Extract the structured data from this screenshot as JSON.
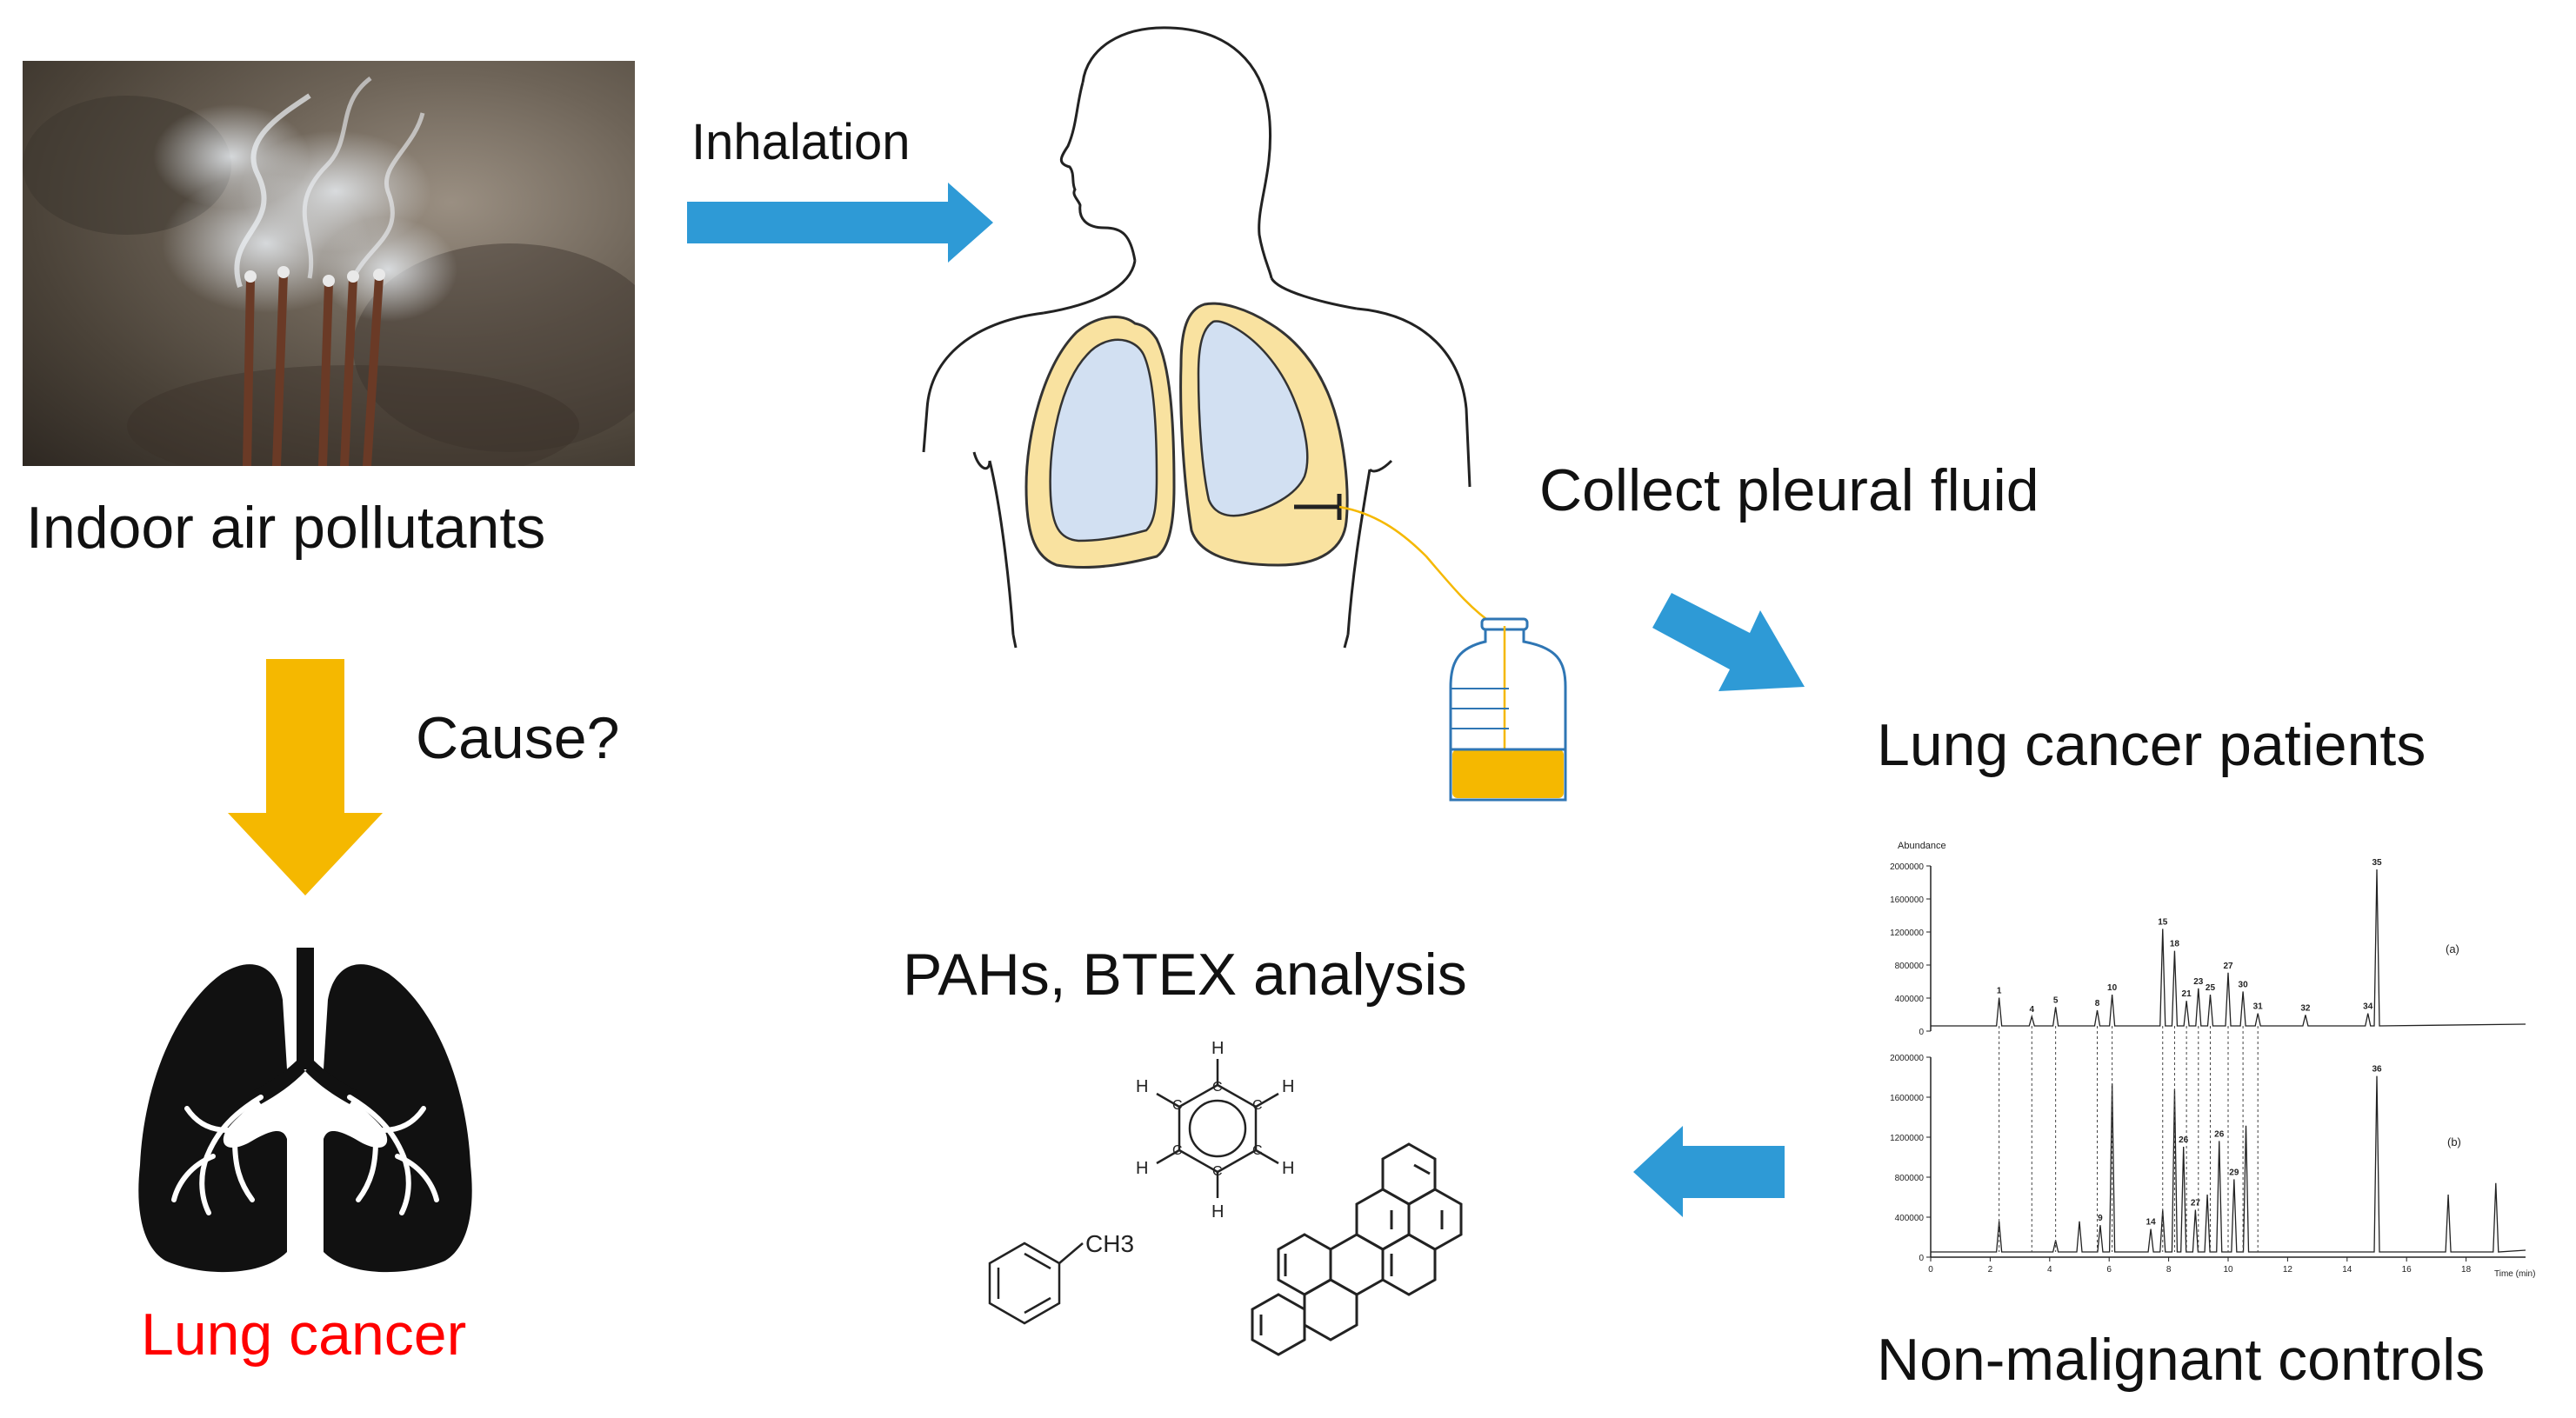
{
  "labels": {
    "inhalation": "Inhalation",
    "indoor_air": "Indoor air pollutants",
    "cause": "Cause?",
    "lung_cancer": "Lung cancer",
    "collect_fluid": "Collect pleural fluid",
    "lc_patients": "Lung cancer patients",
    "pahs_btex": "PAHs, BTEX analysis",
    "controls": "Non-malignant controls",
    "ch3": "CH3"
  },
  "colors": {
    "blue_arrow": "#2e9ad6",
    "yellow_arrow": "#f5b800",
    "lung_fill": "#f9e2a0",
    "lung_inner": "#d2e0f2",
    "fluid": "#f5b800",
    "lung_cancer_text": "#ff0000"
  },
  "chromatogram": {
    "ylabel": "Abundance",
    "xlabel": "Time (min)",
    "yticks": [
      "2000000",
      "1600000",
      "1200000",
      "800000",
      "400000",
      "0"
    ],
    "xticks": [
      "0",
      "2",
      "4",
      "6",
      "8",
      "10",
      "12",
      "14",
      "16",
      "18"
    ],
    "panel_a": "(a)",
    "panel_b": "(b)",
    "peaks_a": [
      {
        "label": "1",
        "x": 2.3,
        "h": 0.18
      },
      {
        "label": "4",
        "x": 3.4,
        "h": 0.06
      },
      {
        "label": "5",
        "x": 4.2,
        "h": 0.12
      },
      {
        "label": "8",
        "x": 5.6,
        "h": 0.1
      },
      {
        "label": "10",
        "x": 6.1,
        "h": 0.2
      },
      {
        "label": "15",
        "x": 7.8,
        "h": 0.62
      },
      {
        "label": "18",
        "x": 8.2,
        "h": 0.48
      },
      {
        "label": "21",
        "x": 8.6,
        "h": 0.16
      },
      {
        "label": "23",
        "x": 9.0,
        "h": 0.24
      },
      {
        "label": "25",
        "x": 9.4,
        "h": 0.2
      },
      {
        "label": "27",
        "x": 10.0,
        "h": 0.34
      },
      {
        "label": "30",
        "x": 10.5,
        "h": 0.22
      },
      {
        "label": "31",
        "x": 11.0,
        "h": 0.08
      },
      {
        "label": "32",
        "x": 12.6,
        "h": 0.07
      },
      {
        "label": "34",
        "x": 14.7,
        "h": 0.08
      },
      {
        "label": "35",
        "x": 15.0,
        "h": 1.0
      }
    ],
    "peaks_b": [
      {
        "label": "",
        "x": 2.3,
        "h": 0.16
      },
      {
        "label": "",
        "x": 4.2,
        "h": 0.06
      },
      {
        "label": "",
        "x": 5.0,
        "h": 0.16
      },
      {
        "label": "9",
        "x": 5.7,
        "h": 0.14
      },
      {
        "label": "",
        "x": 6.1,
        "h": 0.88
      },
      {
        "label": "14",
        "x": 7.4,
        "h": 0.12
      },
      {
        "label": "",
        "x": 7.8,
        "h": 0.22
      },
      {
        "label": "",
        "x": 8.2,
        "h": 0.85
      },
      {
        "label": "26",
        "x": 8.5,
        "h": 0.55
      },
      {
        "label": "27",
        "x": 8.9,
        "h": 0.22
      },
      {
        "label": "",
        "x": 9.3,
        "h": 0.3
      },
      {
        "label": "26",
        "x": 9.7,
        "h": 0.58
      },
      {
        "label": "29",
        "x": 10.2,
        "h": 0.38
      },
      {
        "label": "",
        "x": 10.6,
        "h": 0.66
      },
      {
        "label": "36",
        "x": 15.0,
        "h": 0.92
      },
      {
        "label": "",
        "x": 17.4,
        "h": 0.3
      },
      {
        "label": "",
        "x": 19.0,
        "h": 0.36
      }
    ]
  }
}
